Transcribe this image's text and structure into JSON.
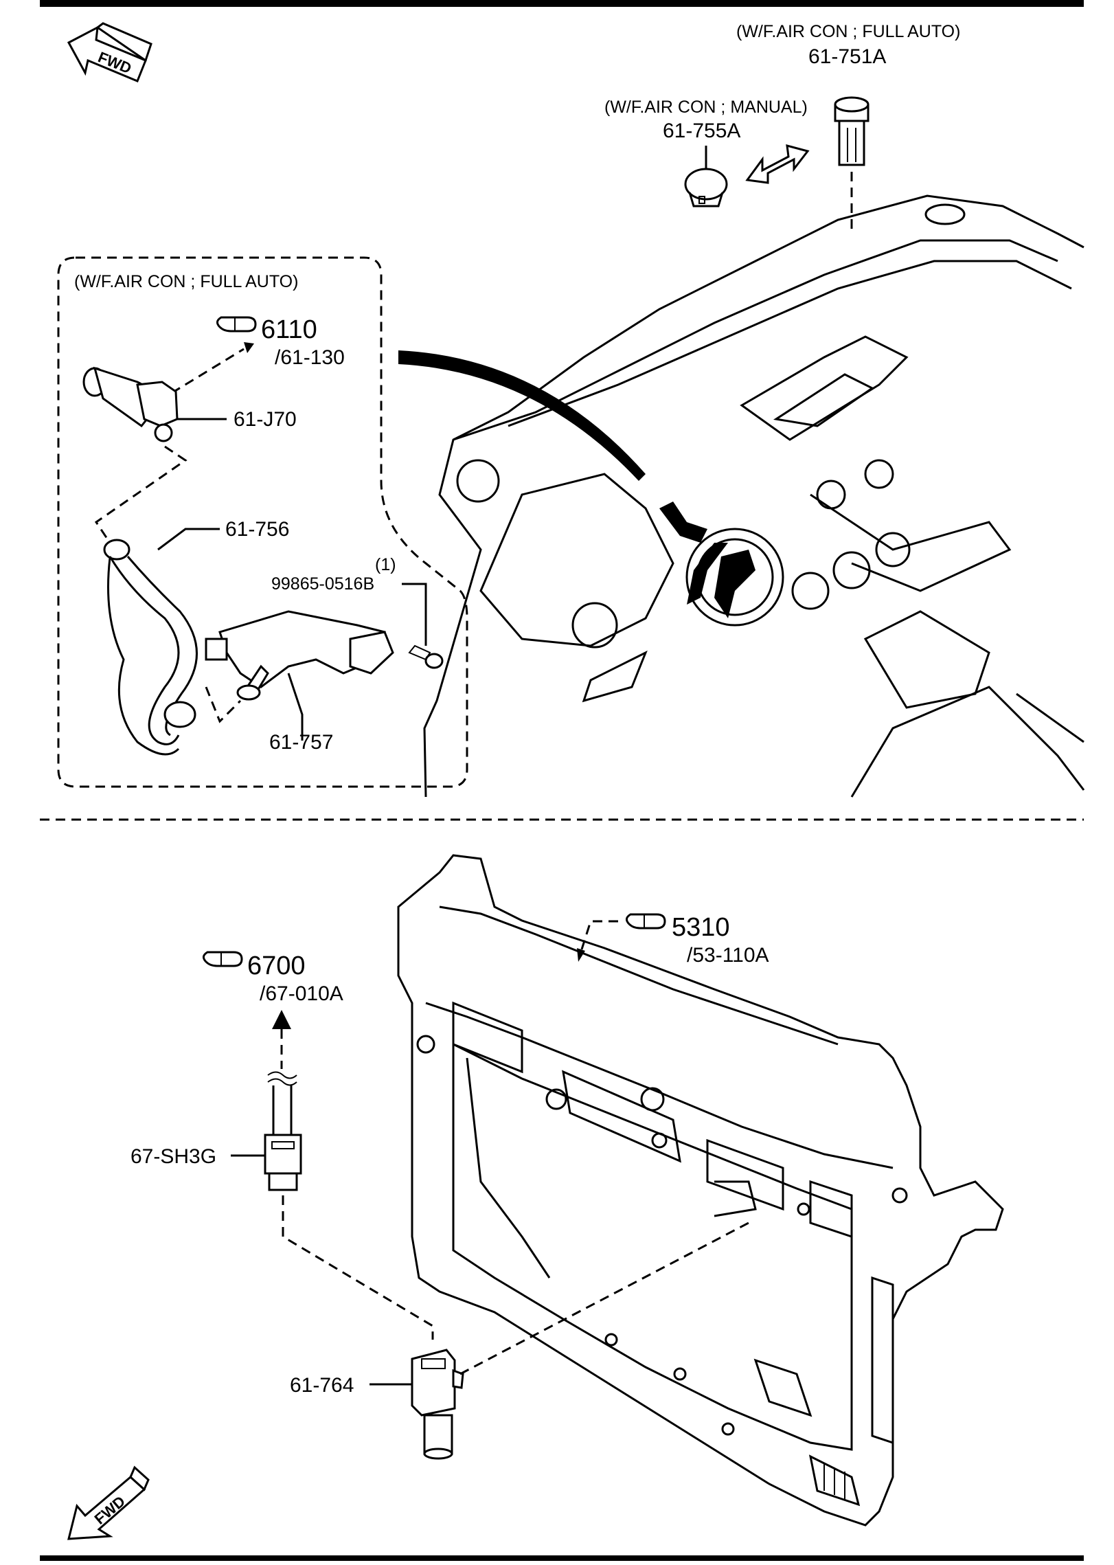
{
  "top_section": {
    "fwd_label": "FWD",
    "note_full_auto": "(W/F.AIR CON ; FULL AUTO)",
    "part_751": "61-751A",
    "note_manual": "(W/F.AIR CON ; MANUAL)",
    "part_755": "61-755A",
    "inset": {
      "note": "(W/F.AIR CON ; FULL AUTO)",
      "ref_main": "6110",
      "ref_sub": "/61-130",
      "part_j70": "61-J70",
      "part_756": "61-756",
      "qty": "(1)",
      "part_bolt": "99865-0516B",
      "part_757": "61-757"
    }
  },
  "bottom_section": {
    "ref_5310_main": "5310",
    "ref_5310_sub": "/53-110A",
    "ref_6700_main": "6700",
    "ref_6700_sub": "/67-010A",
    "part_sh3g": "67-SH3G",
    "part_764": "61-764",
    "fwd_label": "FWD"
  }
}
